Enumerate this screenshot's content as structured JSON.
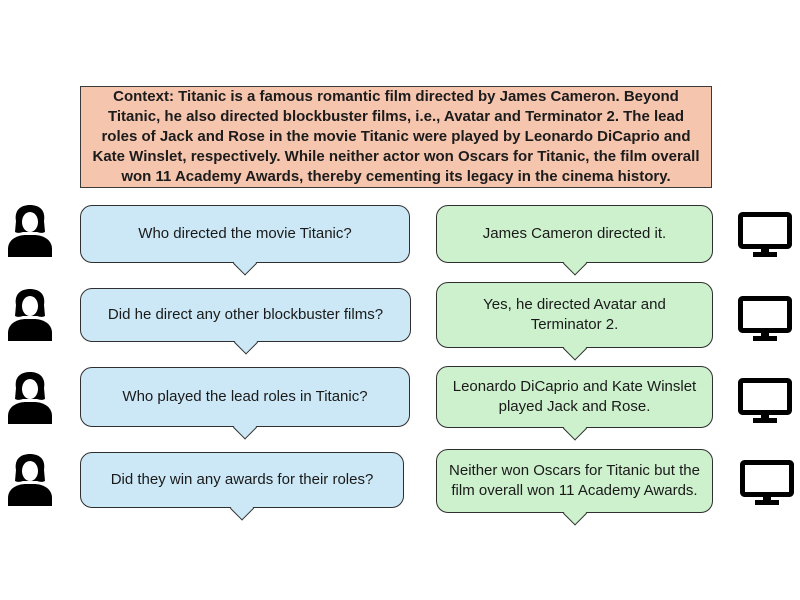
{
  "context": {
    "text": "Context: Titanic is a famous romantic film directed by James Cameron. Beyond Titanic, he also directed blockbuster films, i.e., Avatar and Terminator 2. The lead roles of Jack and Rose in the movie Titanic were played by Leonardo DiCaprio and Kate Winslet, respectively. While neither actor won Oscars for Titanic, the film overall won 11 Academy Awards, thereby cementing its legacy in the cinema history."
  },
  "turns": [
    {
      "user": "Who directed the movie Titanic?",
      "bot": "James Cameron directed it."
    },
    {
      "user": "Did he direct any other blockbuster films?",
      "bot": "Yes, he directed Avatar and Terminator 2."
    },
    {
      "user": "Who played the lead roles in Titanic?",
      "bot": "Leonardo DiCaprio and Kate Winslet played Jack and Rose."
    },
    {
      "user": "Did they win any awards for their roles?",
      "bot": "Neither won Oscars for Titanic but the film overall won 11 Academy Awards."
    }
  ],
  "icons": {
    "user": "person-icon",
    "bot": "computer-monitor-icon"
  },
  "colors": {
    "context_bg": "#f6c5ae",
    "user_bubble": "#cce8f6",
    "bot_bubble": "#cdf0cd",
    "border": "#2f2f2f"
  }
}
